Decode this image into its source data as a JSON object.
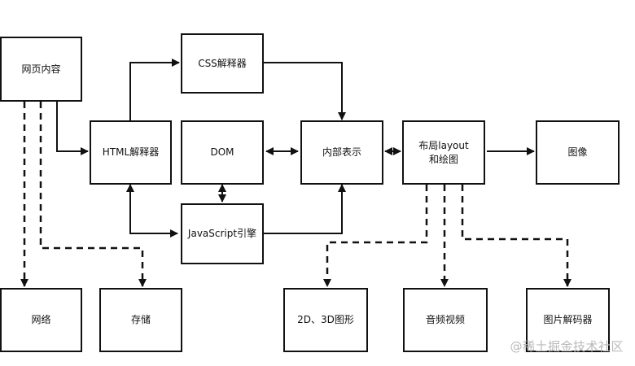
{
  "nodes": {
    "webpage": "网页内容",
    "css_parser": "CSS解释器",
    "html_parser": "HTML解释器",
    "dom": "DOM",
    "internal": "内部表示",
    "layout_line1": "布局layout",
    "layout_line2": "和绘图",
    "image": "图像",
    "js_engine": "JavaScript引擎",
    "network": "网络",
    "storage": "存储",
    "graphics": "2D、3D图形",
    "audio_video": "音频视频",
    "image_decoder": "图片解码器"
  },
  "watermark": "@稀土掘金技术社区"
}
